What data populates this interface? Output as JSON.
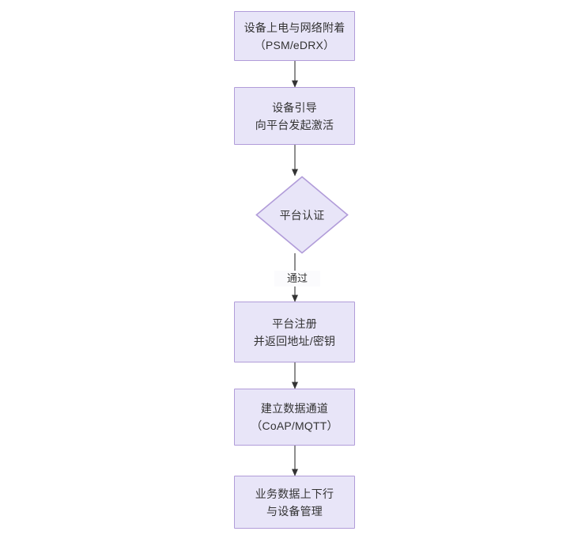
{
  "diagram": {
    "type": "flowchart",
    "orientation": "top-to-bottom",
    "title": "",
    "colors": {
      "node_fill": "#e8e5f8",
      "node_border": "#b19cd9",
      "text": "#333333",
      "edge": "#333333",
      "background": "#ffffff"
    },
    "nodes": [
      {
        "id": "n1",
        "shape": "rectangle",
        "label": "设备上电与网络附着\n（PSM/eDRX）"
      },
      {
        "id": "n2",
        "shape": "rectangle",
        "label": "设备引导\n向平台发起激活"
      },
      {
        "id": "n3",
        "shape": "diamond",
        "label": "平台认证"
      },
      {
        "id": "n4",
        "shape": "rectangle",
        "label": "平台注册\n并返回地址/密钥"
      },
      {
        "id": "n5",
        "shape": "rectangle",
        "label": "建立数据通道\n（CoAP/MQTT）"
      },
      {
        "id": "n6",
        "shape": "rectangle",
        "label": "业务数据上下行\n与设备管理"
      }
    ],
    "edges": [
      {
        "from": "n1",
        "to": "n2",
        "label": ""
      },
      {
        "from": "n2",
        "to": "n3",
        "label": ""
      },
      {
        "from": "n3",
        "to": "n4",
        "label": "通过"
      },
      {
        "from": "n4",
        "to": "n5",
        "label": ""
      },
      {
        "from": "n5",
        "to": "n6",
        "label": ""
      }
    ]
  }
}
